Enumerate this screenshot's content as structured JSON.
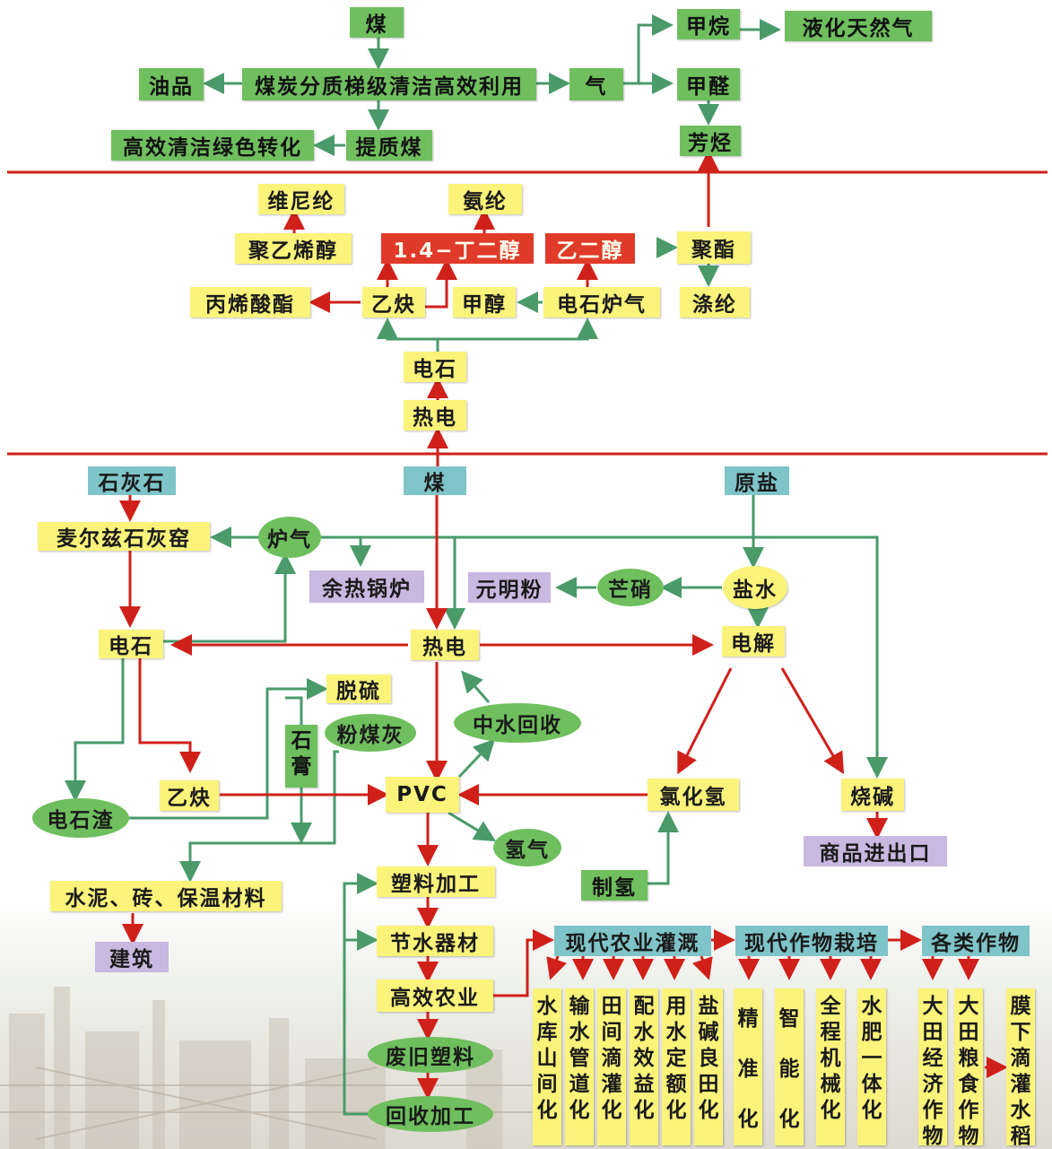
{
  "colors": {
    "green_box": "#6fbf5e",
    "yellow_box": "#fbf37a",
    "red_box": "#e03a2a",
    "cyan_box": "#7ec4c8",
    "purple_box": "#c9b8e0",
    "red_line": "#d0201a",
    "green_line": "#4a9a6a"
  },
  "top": {
    "coal": "煤",
    "main": "煤炭分质梯级清洁高效利用",
    "oil": "油品",
    "upgraded_coal": "提质煤",
    "green_conversion": "高效清洁绿色转化",
    "gas": "气",
    "methane": "甲烷",
    "lng": "液化天然气",
    "formaldehyde": "甲醛",
    "aromatics": "芳烃"
  },
  "middle": {
    "vinylon": "维尼纶",
    "spandex": "氨纶",
    "pva": "聚乙烯醇",
    "bdo": "1.4−丁二醇",
    "eg": "乙二醇",
    "polyester": "聚酯",
    "acrylate": "丙烯酸酯",
    "acetylene": "乙炔",
    "methanol": "甲醇",
    "furnace_gas": "电石炉气",
    "terylene": "涤纶",
    "calcium_carbide": "电石",
    "thermal_power": "热电"
  },
  "bottom": {
    "limestone": "石灰石",
    "coal": "煤",
    "raw_salt": "原盐",
    "kiln": "麦尔兹石灰窑",
    "furnace_gas": "炉气",
    "waste_heat_boiler": "余热锅炉",
    "glauber_salt": "元明粉",
    "mirabilite": "芒硝",
    "brine": "盐水",
    "calcium_carbide": "电石",
    "thermal_power": "热电",
    "electrolysis": "电解",
    "desulfurization": "脱硫",
    "gypsum": "石膏",
    "fly_ash": "粉煤灰",
    "water_recovery": "中水回收",
    "carbide_slag": "电石渣",
    "acetylene": "乙炔",
    "pvc": "PVC",
    "hcl": "氯化氢",
    "caustic_soda": "烧碱",
    "hydrogen": "氢气",
    "trade": "商品进出口",
    "cement": "水泥、砖、保温材料",
    "hydrogen_production": "制氢",
    "plastic_processing": "塑料加工",
    "construction": "建筑",
    "water_saving": "节水器材",
    "efficient_agri": "高效农业",
    "waste_plastic": "废旧塑料",
    "recycling": "回收加工",
    "modern_irrigation": "现代农业灌溉",
    "modern_cultivation": "现代作物栽培",
    "crops": "各类作物"
  },
  "columns": {
    "c1": "水库山间化",
    "c2": "输水管道化",
    "c3": "田间滴灌化",
    "c4": "配水效益化",
    "c5": "用水定额化",
    "c6": "盐碱良田化",
    "c7": "精准化",
    "c8": "智能化",
    "c9": "全程机械化",
    "c10": "水肥一体化",
    "c11": "大田经济作物",
    "c12": "大田粮食作物",
    "c13": "膜下滴灌水稻"
  }
}
